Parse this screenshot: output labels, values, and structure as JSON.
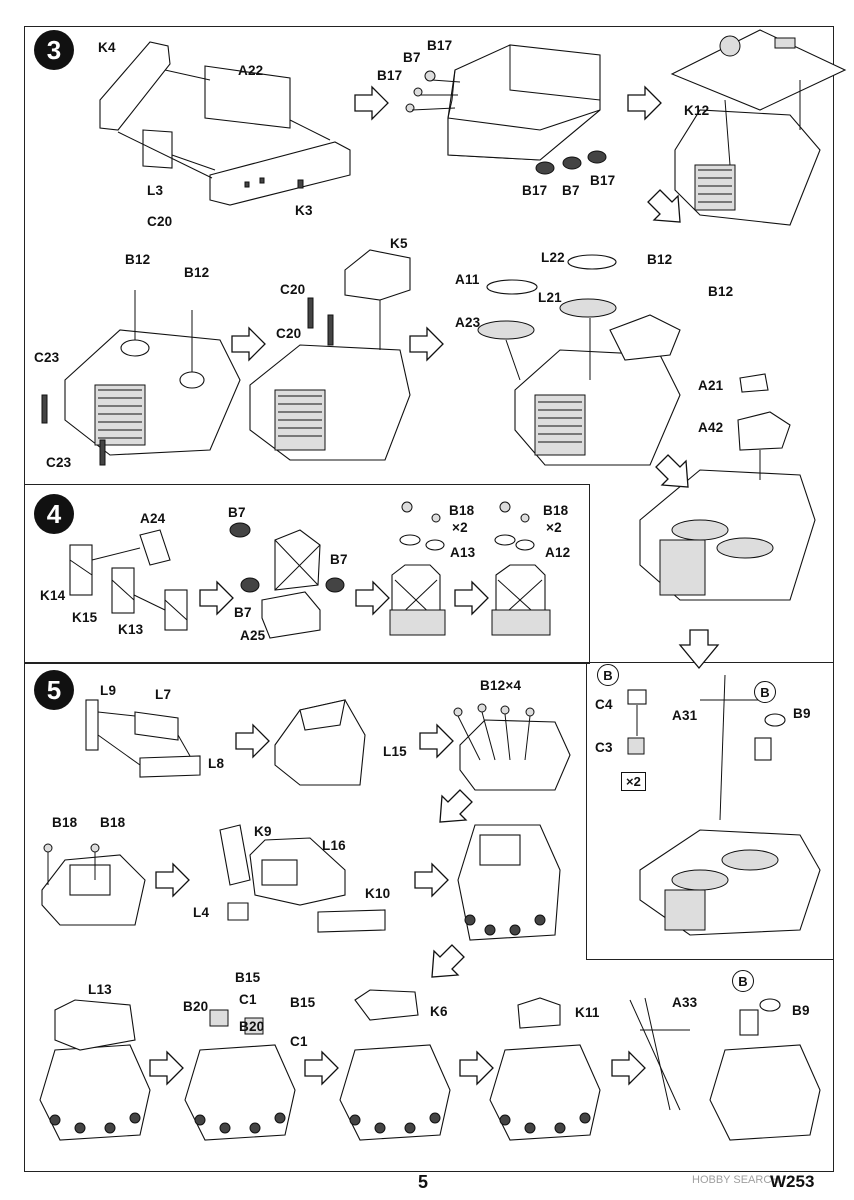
{
  "page": {
    "number": "5",
    "code": "W253",
    "watermark": "HOBBY SEARCH"
  },
  "steps": [
    {
      "number": "3"
    },
    {
      "number": "4"
    },
    {
      "number": "5"
    }
  ],
  "labels": {
    "s3": {
      "K4": "K4",
      "A22": "A22",
      "L3": "L3",
      "K3": "K3",
      "C20": "C20",
      "B7a": "B7",
      "B17a": "B17",
      "B17b": "B17",
      "B17c": "B17",
      "B7b": "B7",
      "B17d": "B17",
      "K12": "K12",
      "B12a": "B12",
      "B12b": "B12",
      "C23a": "C23",
      "C23b": "C23",
      "K5": "K5",
      "C20a": "C20",
      "C20b": "C20",
      "A11": "A11",
      "A23": "A23",
      "L22": "L22",
      "L21": "L21",
      "B12c": "B12",
      "B12d": "B12",
      "A21": "A21",
      "A42": "A42"
    },
    "s4": {
      "A24": "A24",
      "K14": "K14",
      "K15": "K15",
      "K13": "K13",
      "B7a": "B7",
      "B7b": "B7",
      "B7c": "B7",
      "A25": "A25",
      "B18a": "B18",
      "x2a": "×2",
      "A13": "A13",
      "B18b": "B18",
      "x2b": "×2",
      "A12": "A12"
    },
    "s5": {
      "L9": "L9",
      "L7": "L7",
      "L8": "L8",
      "L15": "L15",
      "B12x4": "B12×4",
      "B18a": "B18",
      "B18b": "B18",
      "K9": "K9",
      "L16": "L16",
      "L4": "L4",
      "K10": "K10",
      "L13": "L13",
      "B15a": "B15",
      "C1a": "C1",
      "B20a": "B20",
      "B20b": "B20",
      "C1b": "C1",
      "B15b": "B15",
      "K6": "K6",
      "K11": "K11",
      "A33": "A33",
      "B9b": "B9"
    },
    "side": {
      "B1": "B",
      "C4": "C4",
      "C3": "C3",
      "x2": "×2",
      "A31": "A31",
      "B2": "B",
      "B9": "B9",
      "B3": "B"
    }
  }
}
